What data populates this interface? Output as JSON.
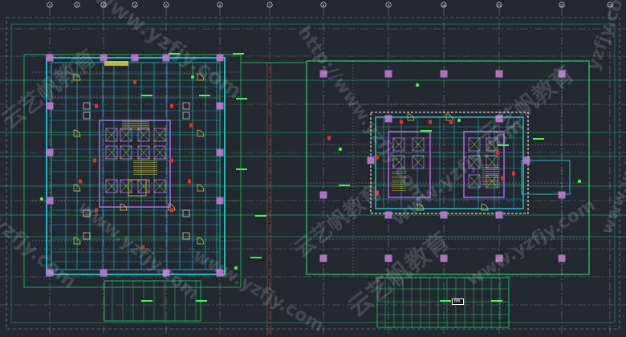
{
  "colors": {
    "background": "#212830",
    "grid_axis": "#7c8793",
    "dash_line": "#6f7a86",
    "cyan_wall": "#1fc7d4",
    "green_line": "#27d36a",
    "bright_green": "#3cff4a",
    "purple": "#b060d8",
    "column": "#c07ad0",
    "yellow": "#e0d040",
    "red": "#e03030",
    "white": "#ffffff",
    "watermark": "rgba(235,240,245,0.16)"
  },
  "grid_axis_labels": [
    "1",
    "2",
    "3",
    "4",
    "5",
    "6",
    "7",
    "8",
    "9",
    "10",
    "11",
    "12",
    "13"
  ],
  "watermarks": {
    "url_text": "www.yzfjy.com",
    "brand_text": "云艺帆教育",
    "fragment_text": "yzfjy.com",
    "http_text": "http://www.yzfjy.com"
  },
  "tag_label": "BHL"
}
